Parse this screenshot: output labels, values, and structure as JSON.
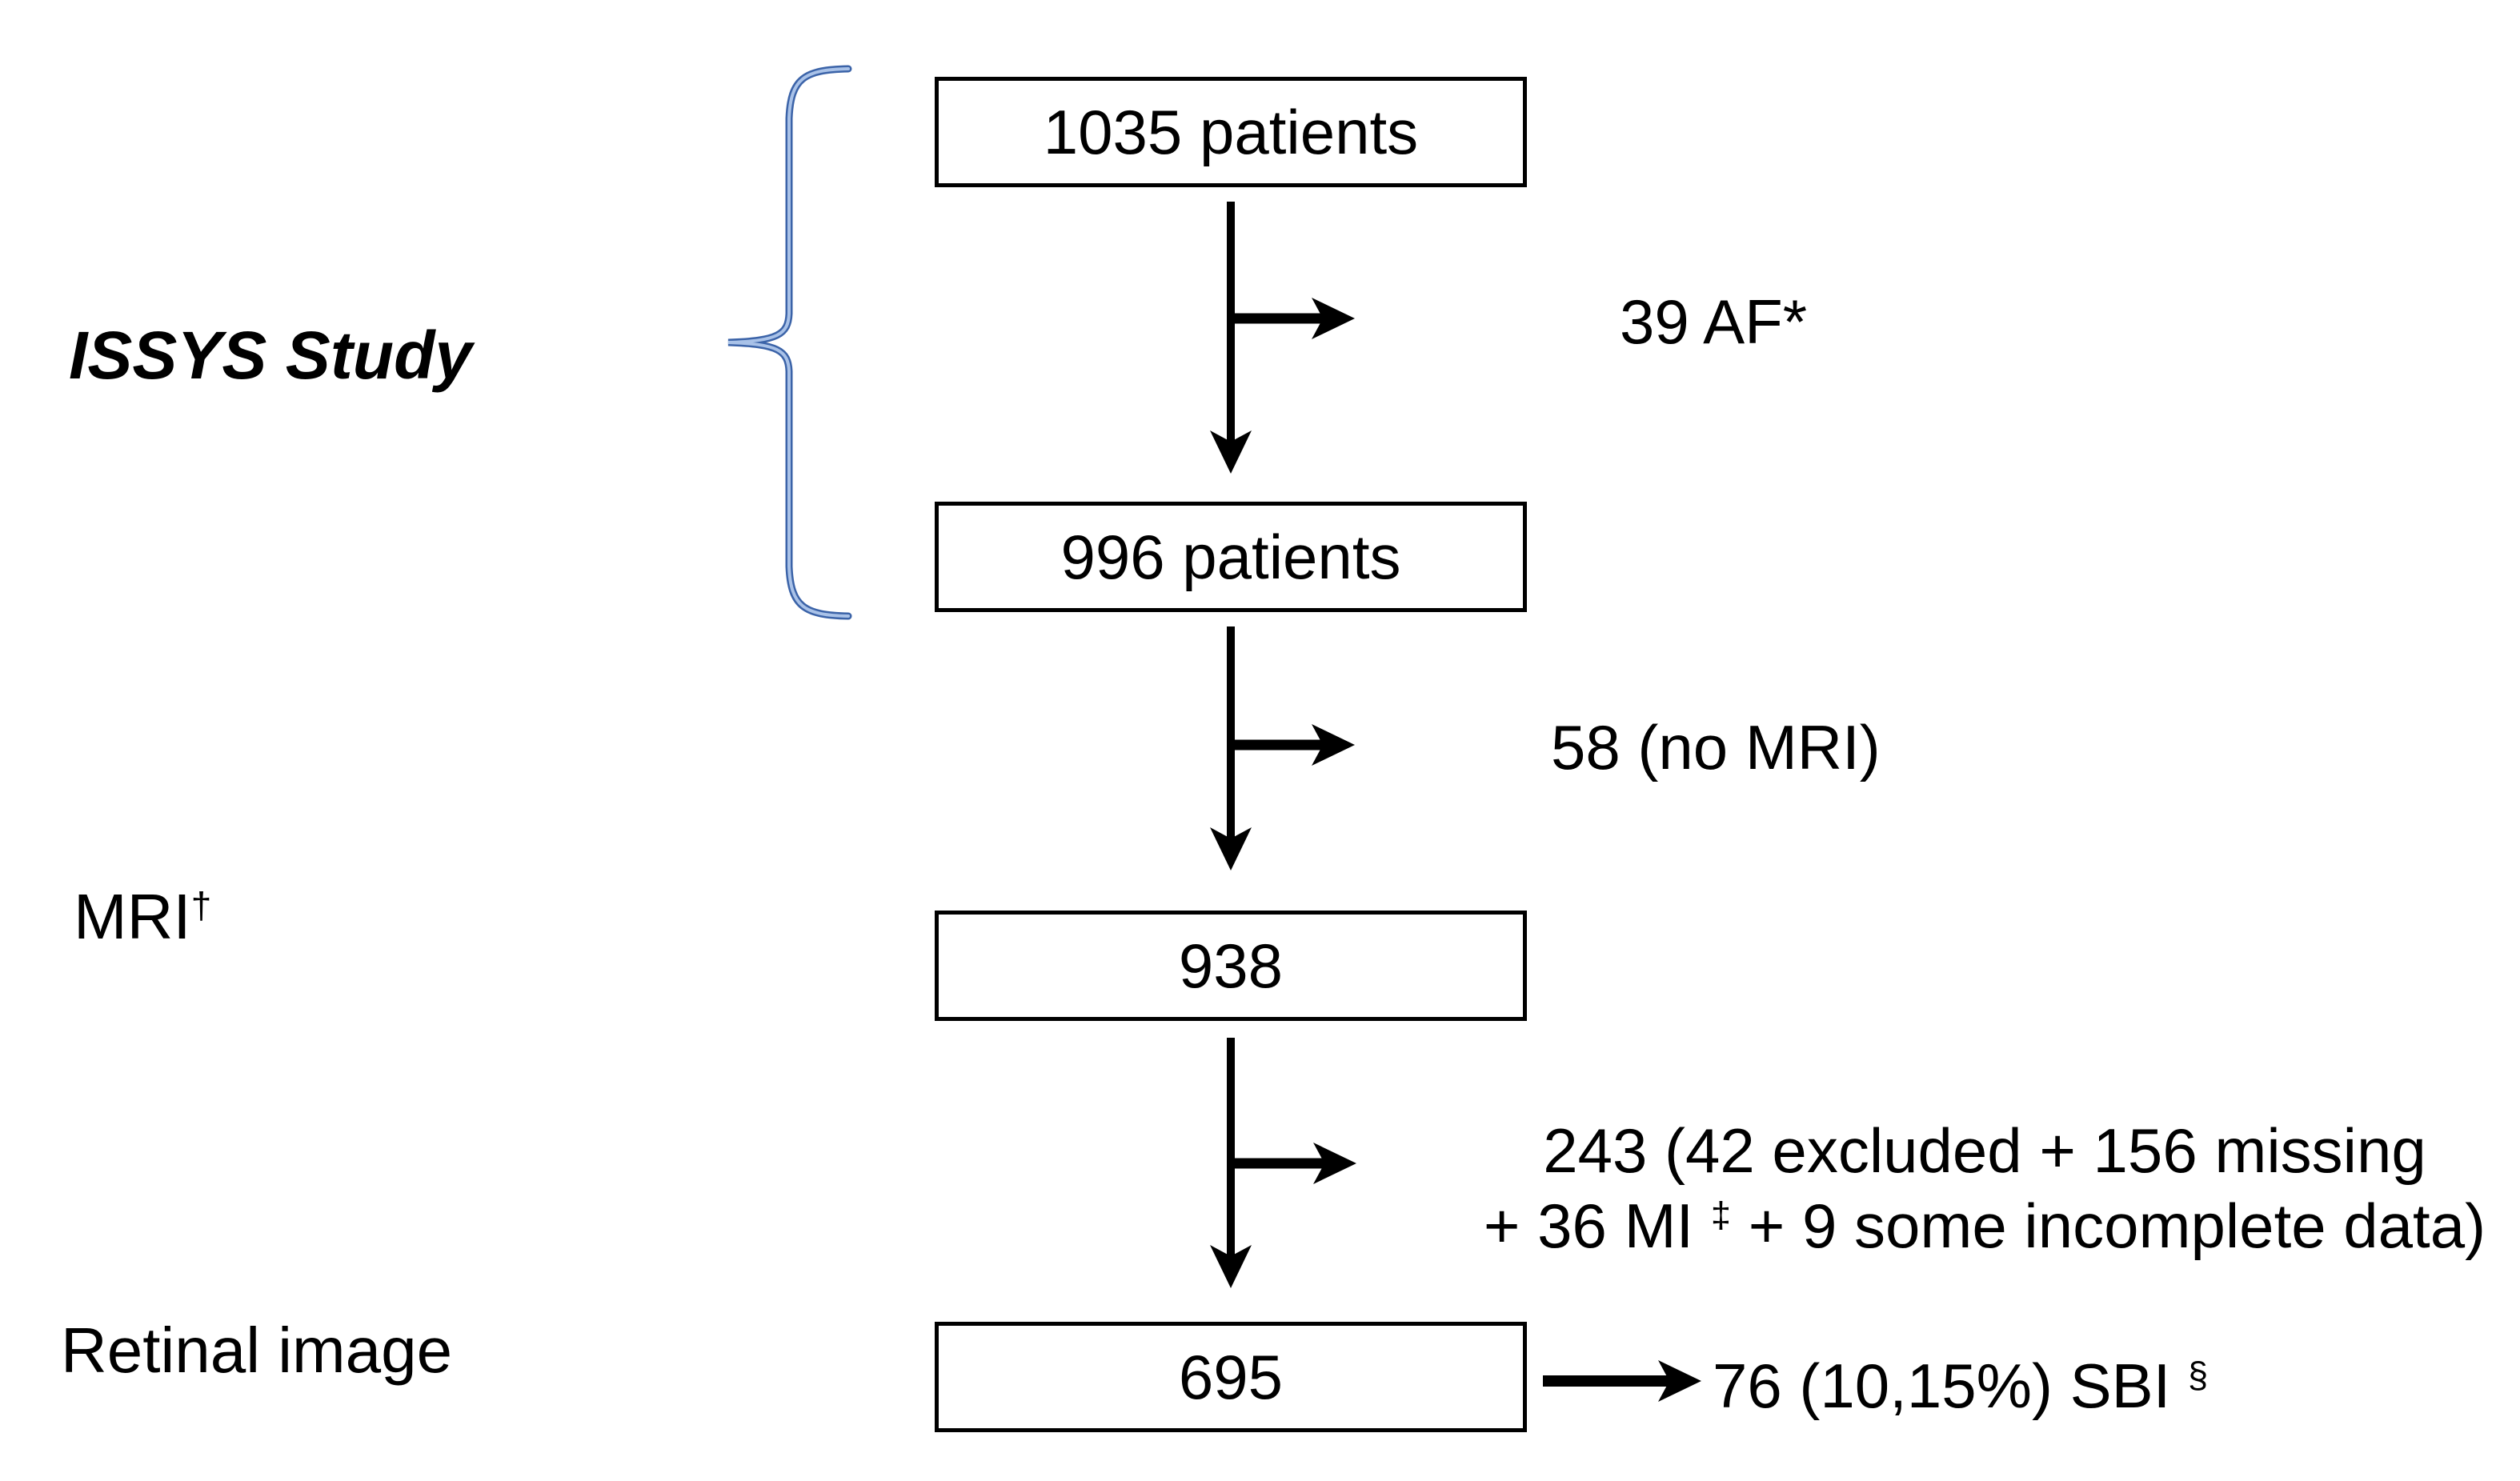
{
  "colors": {
    "background": "#ffffff",
    "line": "#000000",
    "box_border": "#000000",
    "box_fill": "#ffffff",
    "text": "#000000",
    "brace_outer": "#3b63a8",
    "brace_inner": "#a9c2e8"
  },
  "stage_labels": {
    "issys": "ISSYS Study",
    "mri_text": "MRI",
    "mri_sup": "†",
    "retinal": "Retinal image"
  },
  "boxes": [
    {
      "label": "1035 patients"
    },
    {
      "label": "996 patients"
    },
    {
      "label": "938"
    },
    {
      "label": "695"
    }
  ],
  "exclusions": {
    "af": "39 AF*",
    "no_mri": "58 (no MRI)",
    "retinal_line1": "243 (42 excluded + 156 missing",
    "retinal_line2_pre": "+ 36 MI ",
    "retinal_line2_sup": "‡",
    "retinal_line2_post": " + 9 some incomplete data)",
    "sbi_pre": "76 (10,15%) SBI ",
    "sbi_sup": "§"
  }
}
